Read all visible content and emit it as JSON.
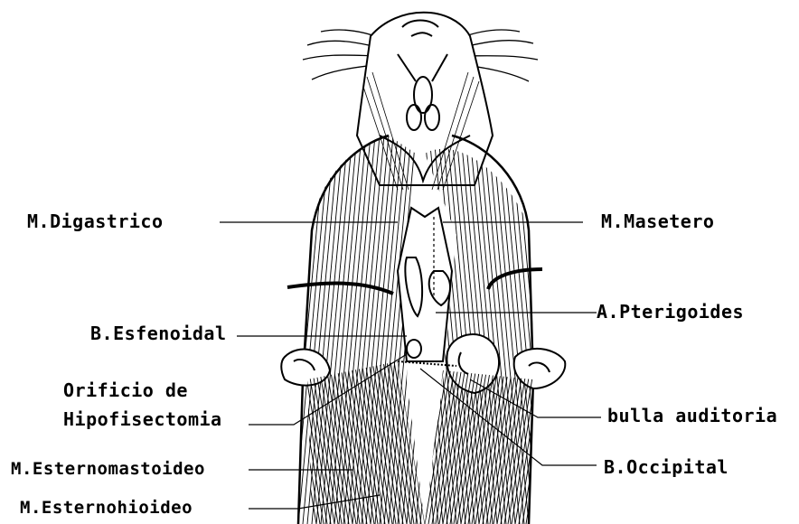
{
  "labels": {
    "digastrico": "M.Digastrico",
    "masetero": "M.Masetero",
    "pterigoides": "A.Pterigoides",
    "esfenoidal": "B.Esfenoidal",
    "orificio_line1": "Orificio de",
    "orificio_line2": "Hipofisectomia",
    "bulla": "bulla auditoria",
    "esternomastoideo": "M.Esternomastoideo",
    "occipital": "B.Occipital",
    "esternohioideo": "M.Esternohioideo"
  },
  "colors": {
    "ink": "#000000",
    "paper": "#ffffff"
  }
}
